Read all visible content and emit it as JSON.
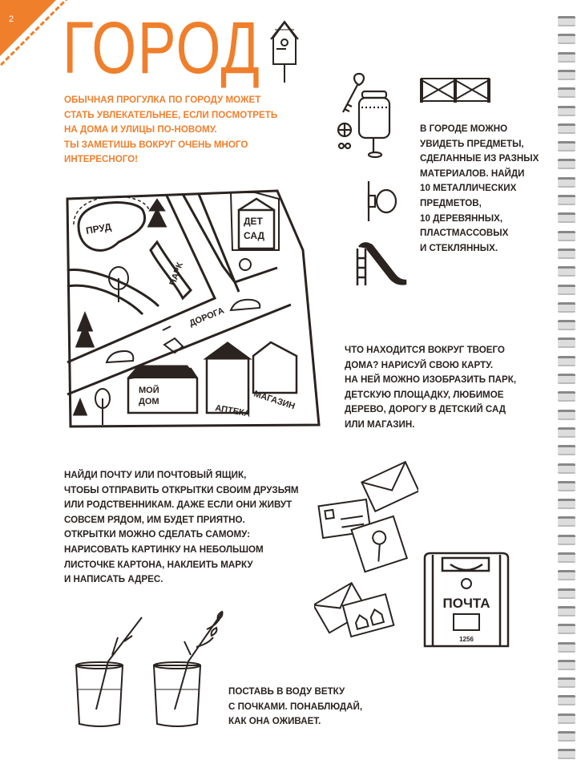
{
  "page": {
    "number": "2",
    "title": "ГОРОД"
  },
  "intro": {
    "lines": [
      "ОБЫЧНАЯ ПРОГУЛКА ПО ГОРОДУ МОЖЕТ",
      "СТАТЬ УВЛЕКАТЕЛЬНЕЕ, ЕСЛИ ПОСМОТРЕТЬ",
      "НА ДОМА И УЛИЦЫ ПО-НОВОМУ.",
      "ТЫ ЗАМЕТИШЬ ВОКРУГ ОЧЕНЬ МНОГО",
      "ИНТЕРЕСНОГО!"
    ]
  },
  "materials": {
    "lines": [
      "В ГОРОДЕ МОЖНО",
      "УВИДЕТЬ ПРЕДМЕТЫ,",
      "СДЕЛАННЫЕ ИЗ РАЗНЫХ",
      "МАТЕРИАЛОВ. НАЙДИ",
      "10 МЕТАЛЛИЧЕСКИХ",
      "ПРЕДМЕТОВ,",
      "10 ДЕРЕВЯННЫХ,",
      "ПЛАСТМАССОВЫХ",
      "И СТЕКЛЯННЫХ."
    ]
  },
  "map_task": {
    "lines": [
      "ЧТО НАХОДИТСЯ ВОКРУГ ТВОЕГО",
      "ДОМА? НАРИСУЙ СВОЮ КАРТУ.",
      "НА НЕЙ МОЖНО ИЗОБРАЗИТЬ ПАРК,",
      "ДЕТСКУЮ ПЛОЩАДКУ, ЛЮБИМОЕ",
      "ДЕРЕВО, ДОРОГУ В ДЕТСКИЙ САД",
      "ИЛИ МАГАЗИН."
    ]
  },
  "map": {
    "labels": {
      "pond": "ПРУД",
      "park": "ПАРК",
      "kindergarten_1": "ДЕТ",
      "kindergarten_2": "САД",
      "road": "ДОРОГА",
      "home_1": "МОЙ",
      "home_2": "ДОМ",
      "shop": "МАГАЗИН",
      "pharmacy": "АПТЕКА"
    }
  },
  "post_task": {
    "lines": [
      "НАЙДИ ПОЧТУ ИЛИ ПОЧТОВЫЙ ЯЩИК,",
      "ЧТОБЫ ОТПРАВИТЬ ОТКРЫТКИ СВОИМ ДРУЗЬЯМ",
      "ИЛИ РОДСТВЕННИКАМ. ДАЖЕ ЕСЛИ ОНИ ЖИВУТ",
      "СОВСЕМ РЯДОМ, ИМ БУДЕТ ПРИЯТНО.",
      "ОТКРЫТКИ МОЖНО СДЕЛАТЬ САМОМУ:",
      "НАРИСОВАТЬ КАРТИНКУ НА НЕБОЛЬШОМ",
      "ЛИСТОЧКЕ КАРТОНА, НАКЛЕИТЬ МАРКУ",
      "И НАПИСАТЬ АДРЕС."
    ]
  },
  "mailbox": {
    "label": "ПОЧТА",
    "number": "1256"
  },
  "branch_task": {
    "lines": [
      "ПОСТАВЬ В ВОДУ ВЕТКУ",
      "С ПОЧКАМИ. ПОНАБЛЮДАЙ,",
      "КАК ОНА ОЖИВАЕТ."
    ]
  },
  "colors": {
    "accent": "#f07f2c",
    "ink": "#2a2320"
  }
}
